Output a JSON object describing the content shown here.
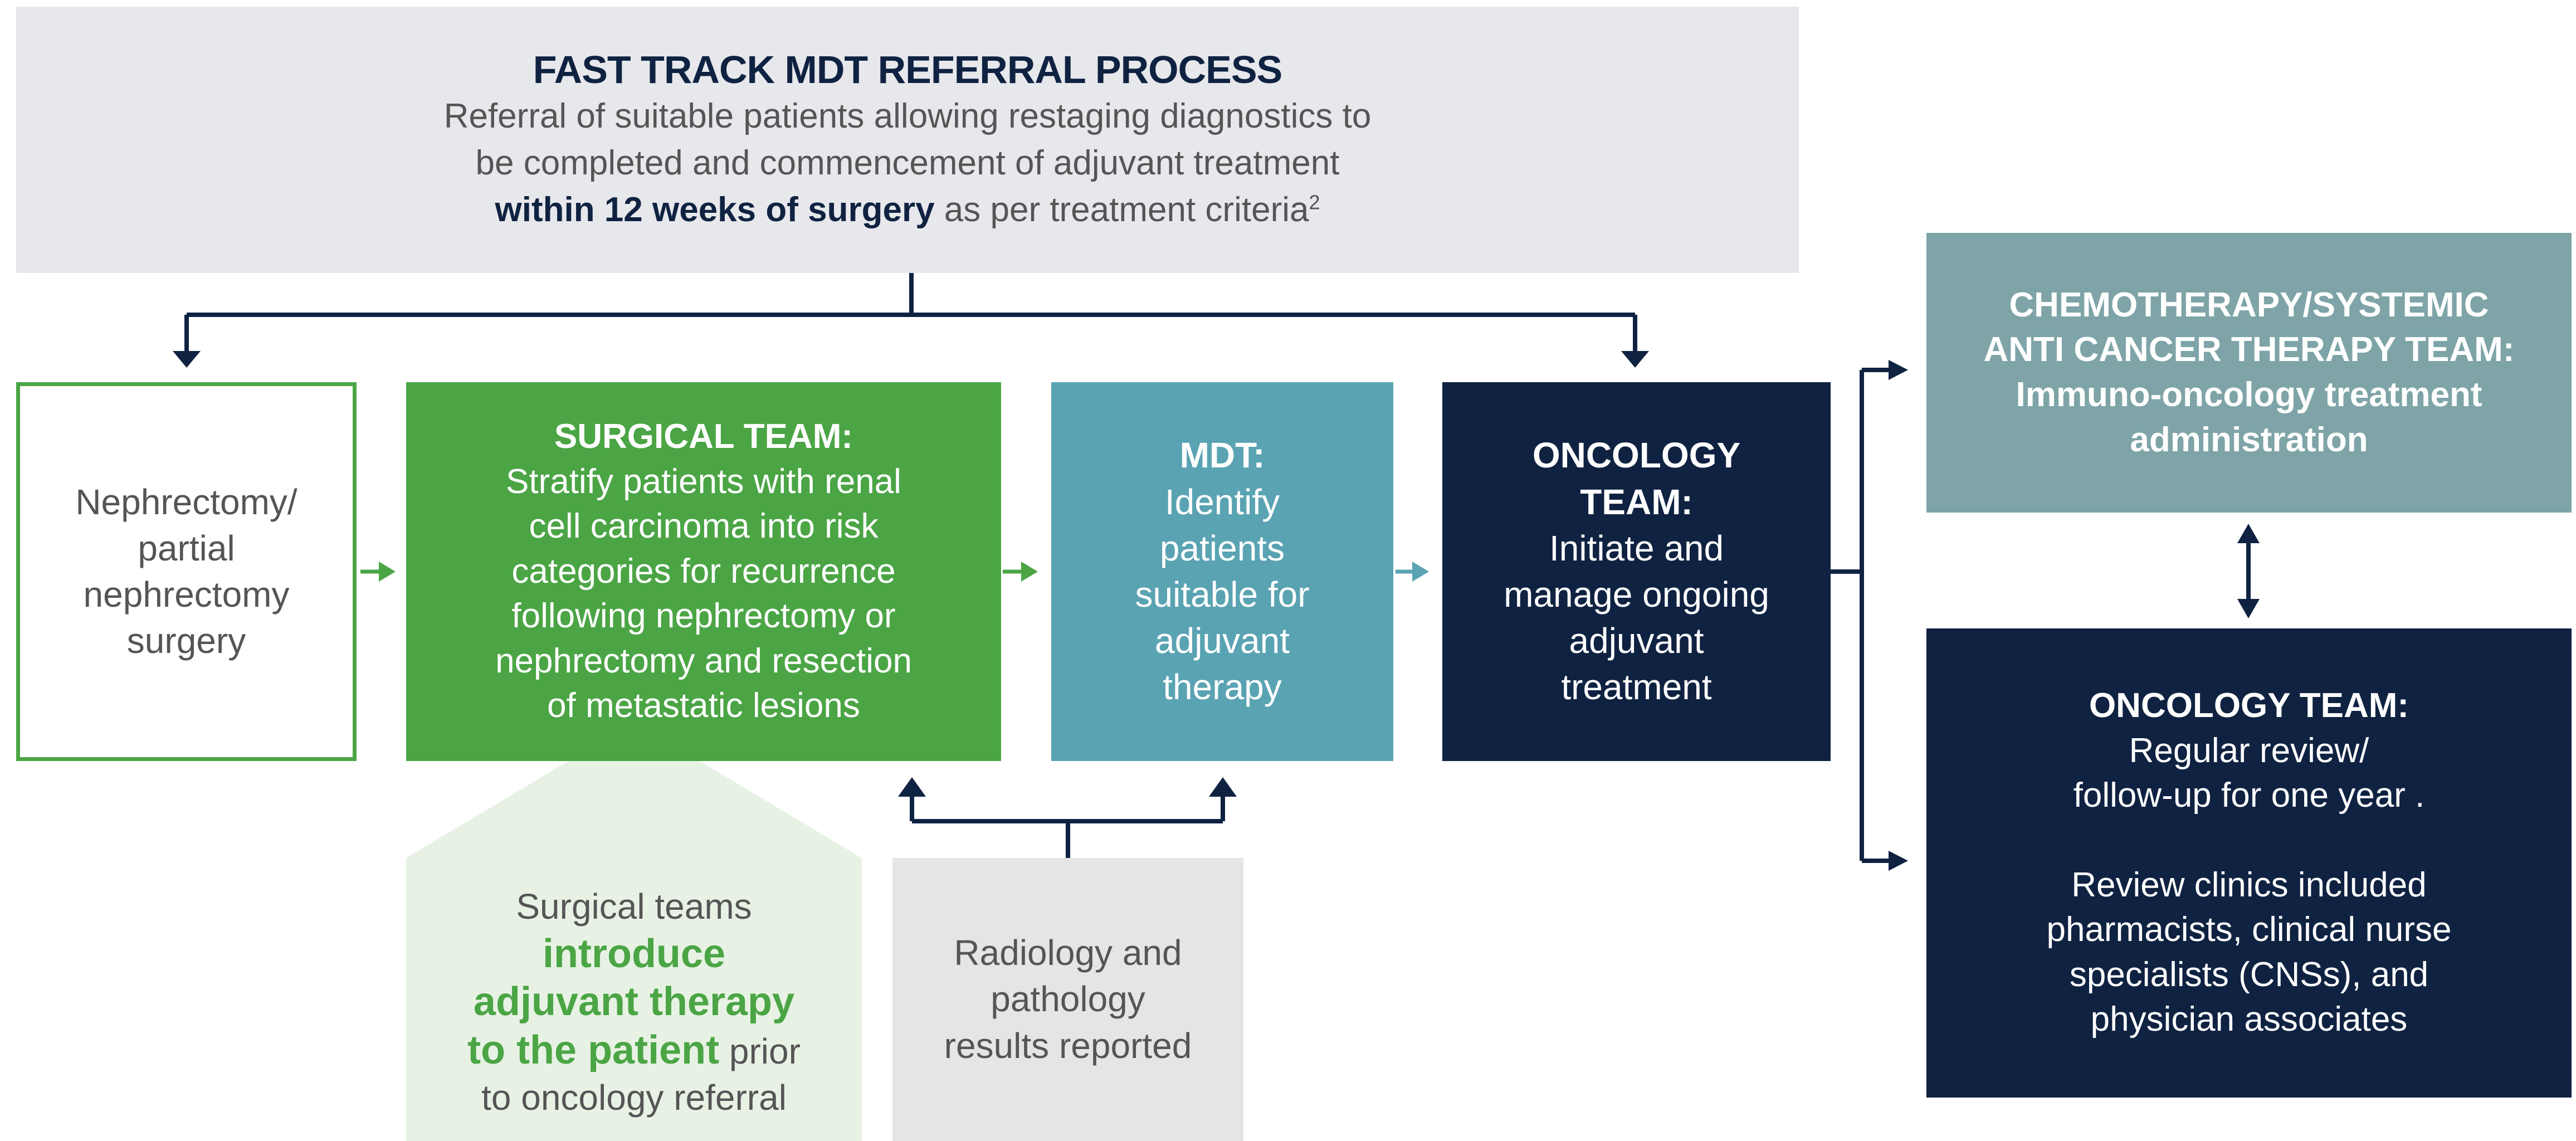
{
  "header": {
    "title": "FAST TRACK MDT REFERRAL PROCESS",
    "line1": "Referral of suitable patients allowing restaging diagnostics to",
    "line2": "be completed and commencement of adjuvant treatment",
    "line3_bold": "within 12 weeks of surgery",
    "line3_rest": " as per treatment criteria",
    "footnote": "2"
  },
  "nephrectomy": {
    "lines": [
      "Nephrectomy/",
      "partial",
      "nephrectomy",
      "surgery"
    ]
  },
  "surgical": {
    "title": "SURGICAL TEAM:",
    "lines": [
      "Stratify patients with renal",
      "cell carcinoma into risk",
      "categories for recurrence",
      "following nephrectomy or",
      "nephrectomy and resection",
      "of metastatic lesions"
    ]
  },
  "mdt": {
    "title": "MDT:",
    "lines": [
      "Identify",
      "patients",
      "suitable for",
      "adjuvant",
      "therapy"
    ]
  },
  "oncology": {
    "title_lines": [
      "ONCOLOGY",
      "TEAM:"
    ],
    "lines": [
      "Initiate and",
      "manage ongoing",
      "adjuvant",
      "treatment"
    ]
  },
  "chemo": {
    "lines": [
      "CHEMOTHERAPY/SYSTEMIC",
      "ANTI CANCER THERAPY TEAM:",
      "Immuno-oncology treatment",
      "administration"
    ]
  },
  "oncology2": {
    "title": "ONCOLOGY TEAM:",
    "lines_a": [
      "Regular review/",
      "follow-up for one year ."
    ],
    "lines_b": [
      "Review clinics included",
      "pharmacists, clinical nurse",
      "specialists (CNSs), and",
      "physician associates"
    ]
  },
  "surgintro": {
    "line1": "Surgical teams",
    "green": [
      "introduce",
      "adjuvant therapy",
      "to the patient"
    ],
    "prior": " prior",
    "line_last": "to oncology referral"
  },
  "radiology": {
    "lines": [
      "Radiology and",
      "pathology",
      "results reported"
    ]
  },
  "colors": {
    "navy": "#0f2241",
    "green": "#4ba545",
    "teal": "#5aa3b3",
    "grey_teal": "#7ea4a7",
    "light_grey": "#e7e8ec",
    "light_green": "#e7f2e4"
  },
  "icons": [
    "calendar-icon"
  ]
}
